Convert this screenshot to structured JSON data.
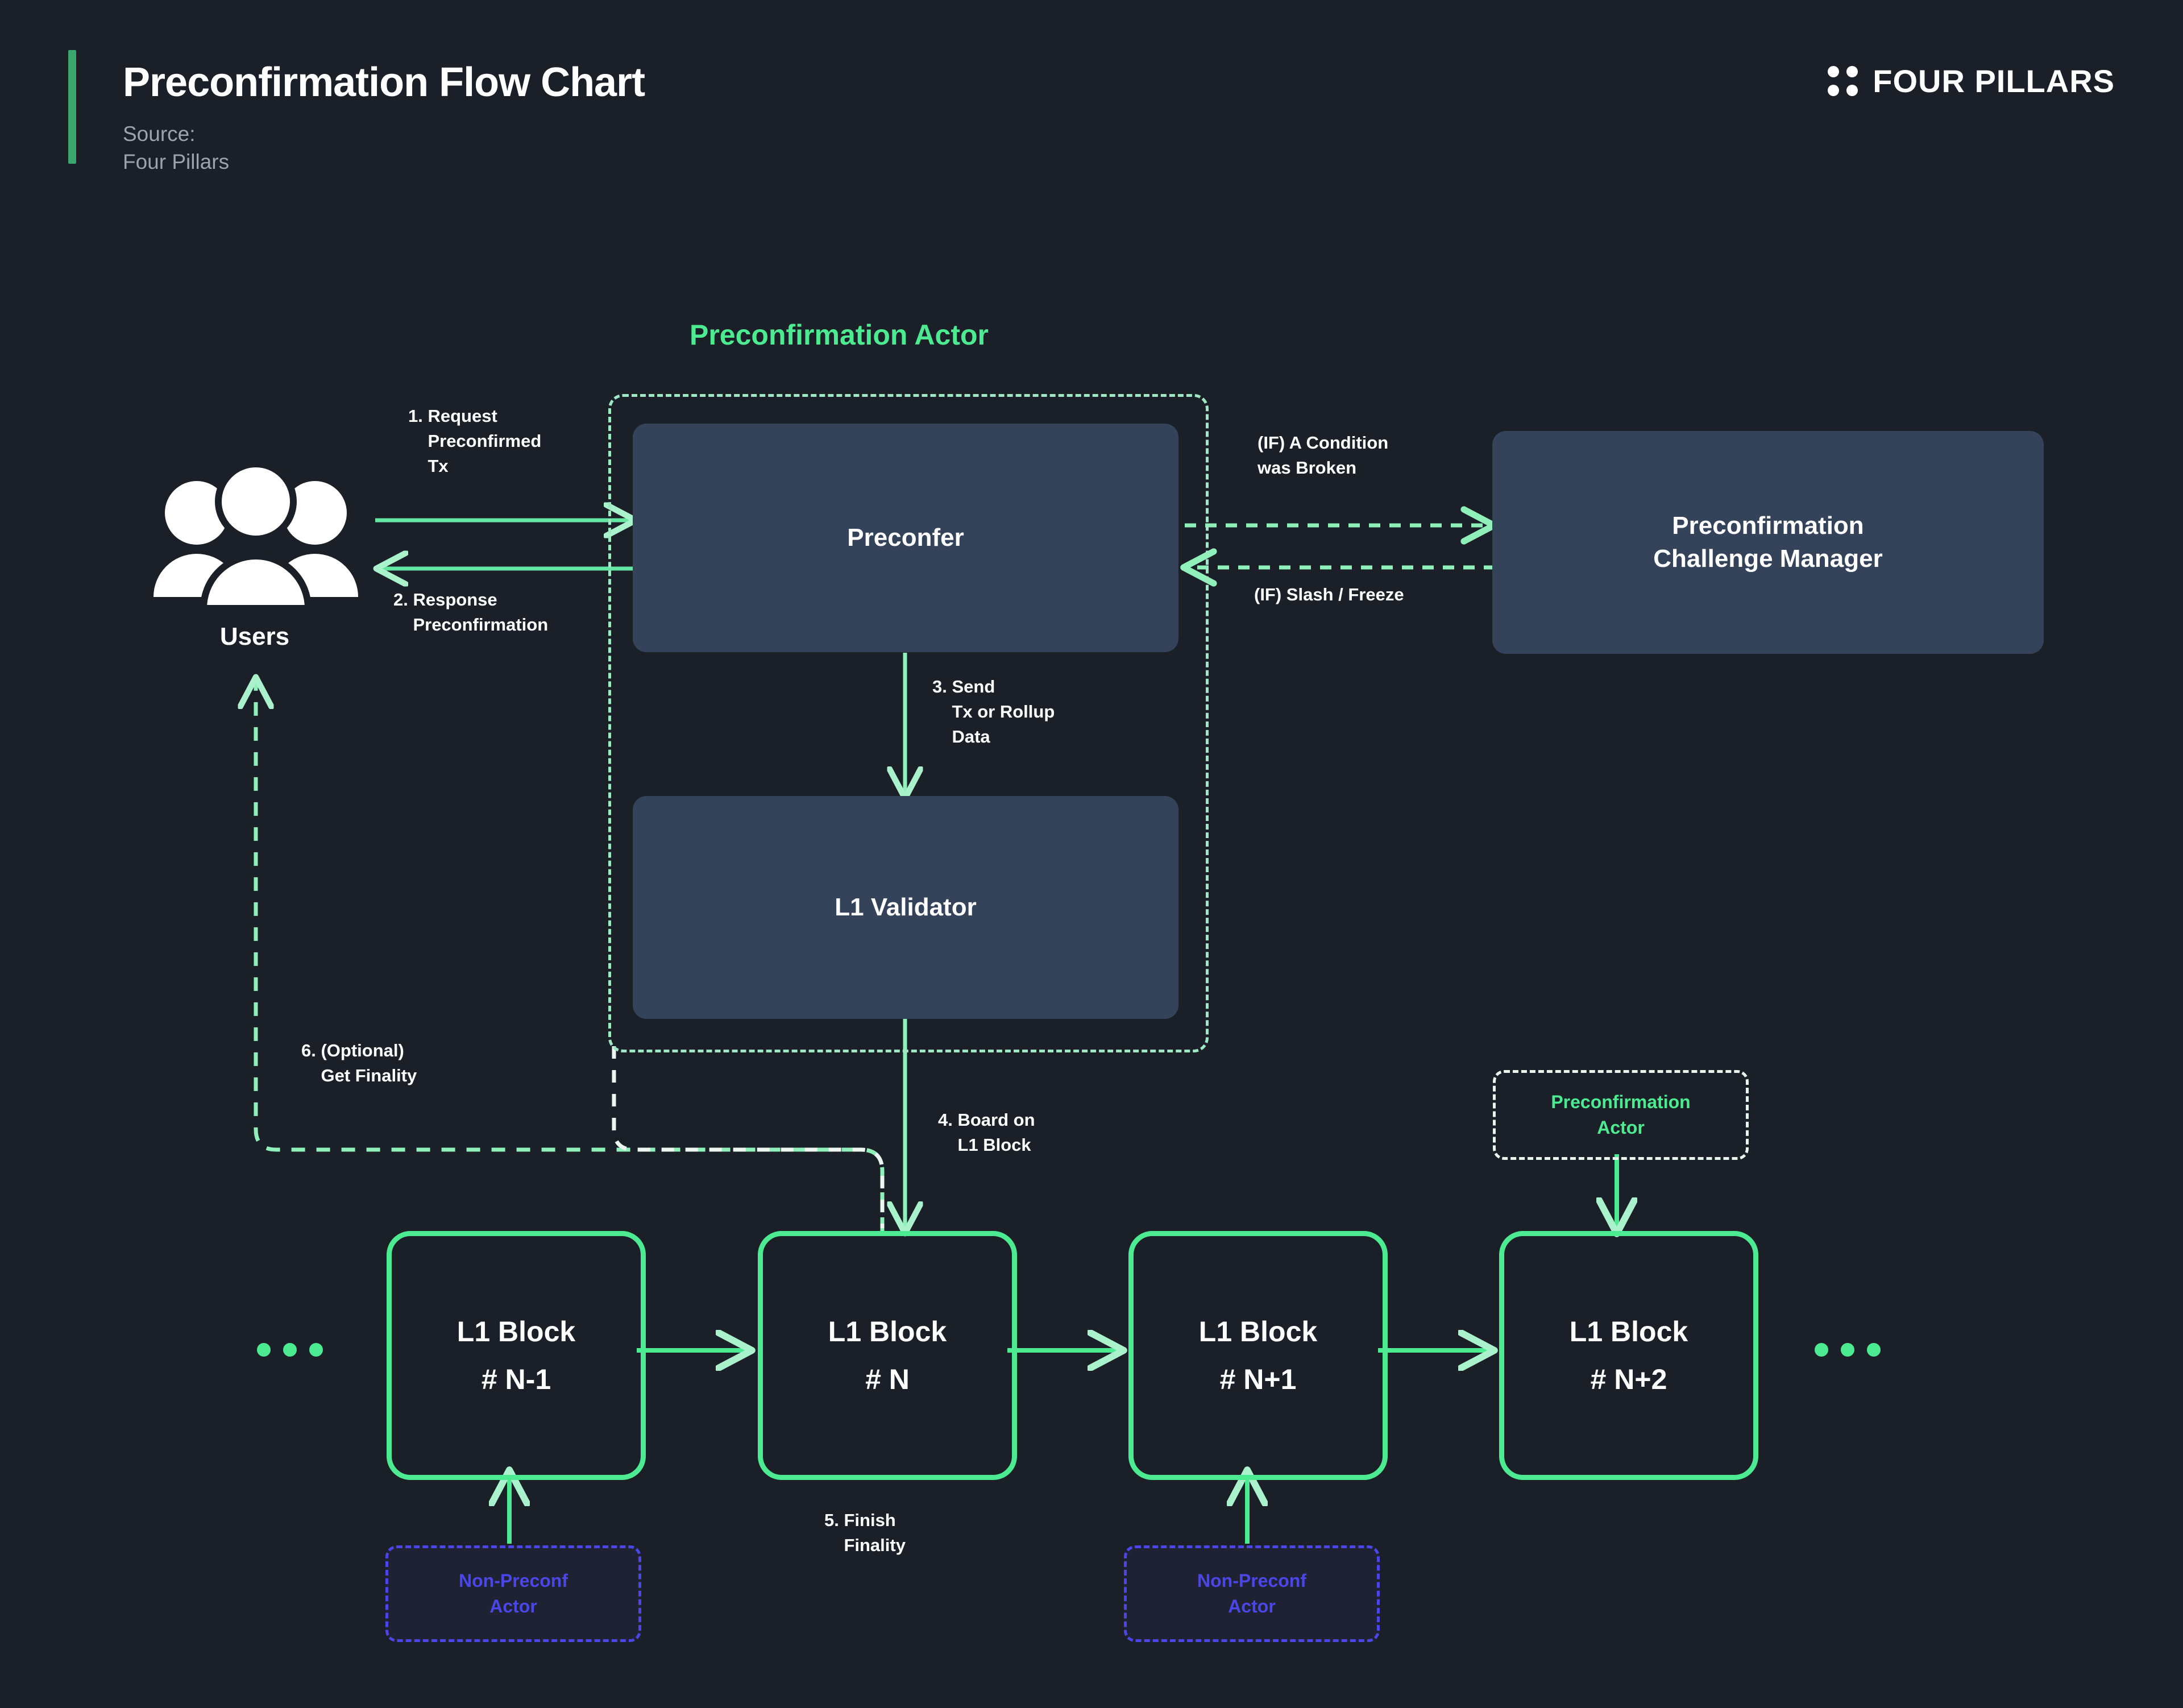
{
  "header": {
    "title": "Preconfirmation Flow Chart",
    "source": "Source:\nFour Pillars",
    "brand": "FOUR PILLARS",
    "accent_color": "#3aa76d"
  },
  "colors": {
    "background": "#1b2028",
    "green": "#4ceb92",
    "green_pale": "#9fe8c4",
    "box_fill": "#34435a",
    "purple": "#4b46e8",
    "text": "#ffffff",
    "muted": "#9aa3ae"
  },
  "diagram": {
    "actor_group_title": "Preconfirmation Actor",
    "users": {
      "label": "Users"
    },
    "nodes": {
      "preconfer": "Preconfer",
      "l1_validator": "L1 Validator",
      "challenge_manager": "Preconfirmation\nChallenge Manager"
    },
    "steps": {
      "s1": "1. Request\n    Preconfirmed\n    Tx",
      "s2": "2. Response\n    Preconfirmation",
      "s3": "3. Send\n    Tx or Rollup\n    Data",
      "s4": "4. Board on\n    L1 Block",
      "s5": "5. Finish\n    Finality",
      "s6": "6. (Optional)\n    Get Finality"
    },
    "conditions": {
      "broken": "(IF) A Condition\nwas Broken",
      "slash": "(IF) Slash / Freeze"
    },
    "blocks": [
      {
        "title": "L1 Block",
        "number": "# N-1"
      },
      {
        "title": "L1 Block",
        "number": "# N"
      },
      {
        "title": "L1 Block",
        "number": "# N+1"
      },
      {
        "title": "L1 Block",
        "number": "# N+2"
      }
    ],
    "ellipsis_left": "...",
    "ellipsis_right": "...",
    "non_preconf_actor": "Non-Preconf\nActor",
    "preconf_actor_tag": "Preconfirmation\nActor"
  }
}
